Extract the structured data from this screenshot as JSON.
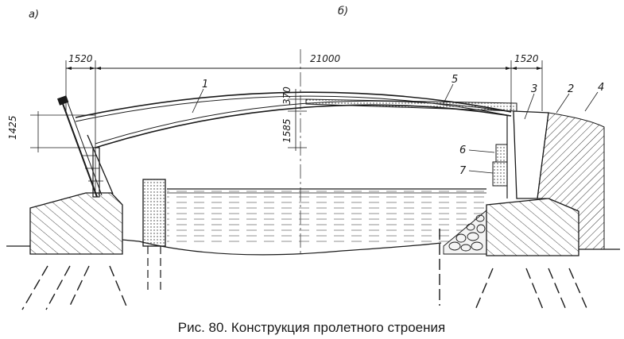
{
  "figure": {
    "part_labels": {
      "a": "а)",
      "b": "б)"
    },
    "dimensions": {
      "left_overhang": "1520",
      "span": "21000",
      "right_overhang": "1520",
      "left_height": "1425",
      "deck_thickness": "370",
      "arch_rise": "1585"
    },
    "callouts": [
      "1",
      "2",
      "3",
      "4",
      "5",
      "6",
      "7"
    ],
    "caption": "Рис. 80. Конструкция пролетного строения"
  }
}
